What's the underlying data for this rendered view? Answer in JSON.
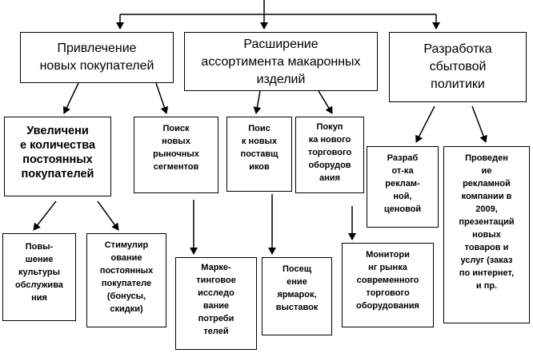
{
  "nodes": {
    "level1": [
      {
        "id": "attract",
        "text": "Привлечение\nновых покупателей"
      },
      {
        "id": "expand",
        "text": "Расширение\nассортимента макаронных\nизделий"
      },
      {
        "id": "policy",
        "text": "Разработка\nсбытовой\nполитики"
      }
    ],
    "level2": [
      {
        "id": "increase",
        "text": "Увеличени\nе количества\nпостоянных\nпокупателей"
      },
      {
        "id": "segments",
        "text": "Поиск\nновых\nрыночных\nсегментов"
      },
      {
        "id": "suppliers",
        "text": "Поис\nк новых\nпоставщ\nиков"
      },
      {
        "id": "equipment",
        "text": "Покуп\nка нового\nторгового\nоборудов\nания"
      },
      {
        "id": "adpolicy",
        "text": "Разраб\nот-ка\nреклам-\nной,\nценовой"
      },
      {
        "id": "campaign",
        "text": "Проведен\nие\nрекламной\nкомпании в\n2009,\nпрезентаций\nновых\nтоваров  и\nуслуг (заказ\nпо интернет,\nи пр."
      }
    ],
    "level3": [
      {
        "id": "culture",
        "text": "Повы-\nшение\nкультуры\nобслужива\nния"
      },
      {
        "id": "stimulate",
        "text": "Стимулир\nование\nпостоянных\nпокупателе\n(бонусы,\nскидки)"
      },
      {
        "id": "research",
        "text": "Марке-\nтинговое\nисследо\nвание\nпотреби\nтелей"
      },
      {
        "id": "fairs",
        "text": "Посещ\nение\nярмарок,\nвыставок"
      },
      {
        "id": "monitoring",
        "text": "Монитори\nнг рынка\nсовременного\nторгового\nоборудования"
      }
    ]
  }
}
